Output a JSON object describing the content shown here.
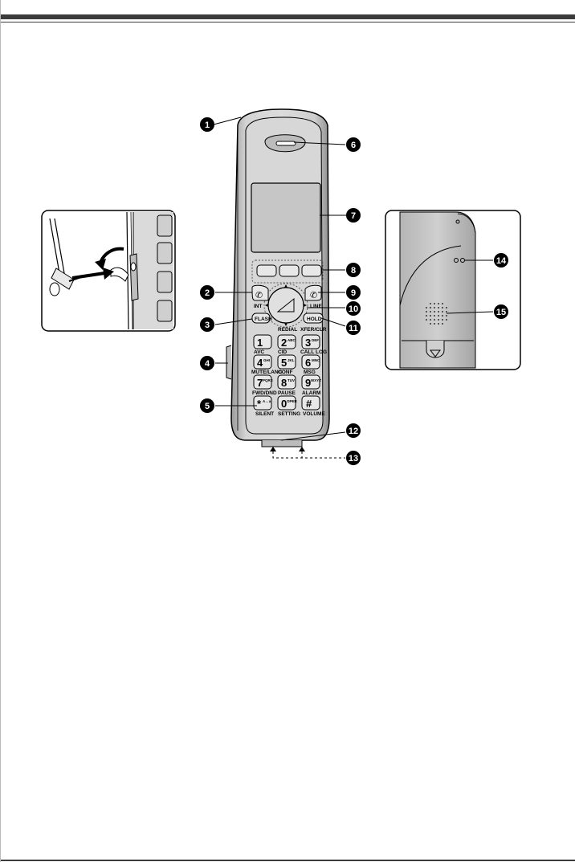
{
  "callouts": [
    "1",
    "2",
    "3",
    "4",
    "5",
    "6",
    "7",
    "8",
    "9",
    "10",
    "11",
    "12",
    "13",
    "14",
    "15"
  ],
  "keypad": {
    "keys": [
      {
        "main": "1",
        "sub": ""
      },
      {
        "main": "2",
        "sub": "ABC"
      },
      {
        "main": "3",
        "sub": "DEF"
      },
      {
        "main": "4",
        "sub": "GHI"
      },
      {
        "main": "5",
        "sub": "JKL"
      },
      {
        "main": "6",
        "sub": "MNO"
      },
      {
        "main": "7",
        "sub": "PQRS"
      },
      {
        "main": "8",
        "sub": "TUV"
      },
      {
        "main": "9",
        "sub": "WXYZ"
      },
      {
        "main": "*",
        "sub": "A↔a"
      },
      {
        "main": "0",
        "sub": "OPER"
      },
      {
        "main": "#",
        "sub": ""
      }
    ],
    "labels": {
      "avc": "AVC",
      "cid": "CID",
      "call_log": "CALL LOG",
      "mute_ans": "MUTE/LANG",
      "conf": "CONF",
      "msg": "MSG",
      "fwd_dnd": "FWD/DND",
      "pause": "PAUSE",
      "alarm": "ALARM",
      "silent": "SILENT",
      "setting": "SETTING",
      "volume": "VOLUME"
    }
  },
  "function_labels": {
    "int": "INT",
    "line": "LINE",
    "flash": "FLASH",
    "redial": "REDIAL",
    "hold": "HOLD",
    "xfer_clr": "XFER/CLR"
  }
}
